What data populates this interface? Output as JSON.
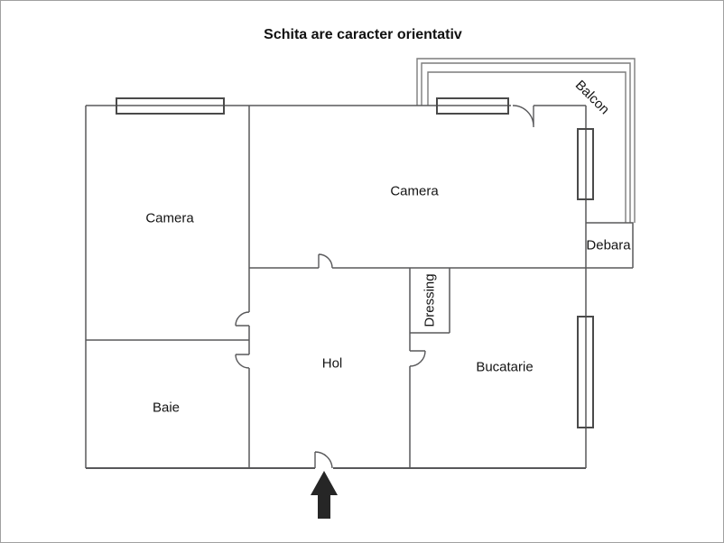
{
  "title": "Schita are caracter orientativ",
  "rooms": {
    "camera_left": "Camera",
    "camera_right": "Camera",
    "baie": "Baie",
    "hol": "Hol",
    "bucatarie": "Bucatarie",
    "debara": "Debara",
    "dressing": "Dressing",
    "balcon": "Balcon"
  },
  "colors": {
    "wall": "#58585a",
    "window": "#4a4a4a",
    "balcony": "#7c7c7c",
    "text": "#141414",
    "title": "#111111",
    "arrow": "#262626",
    "page_border": "#a0a0a0",
    "background": "#ffffff"
  }
}
